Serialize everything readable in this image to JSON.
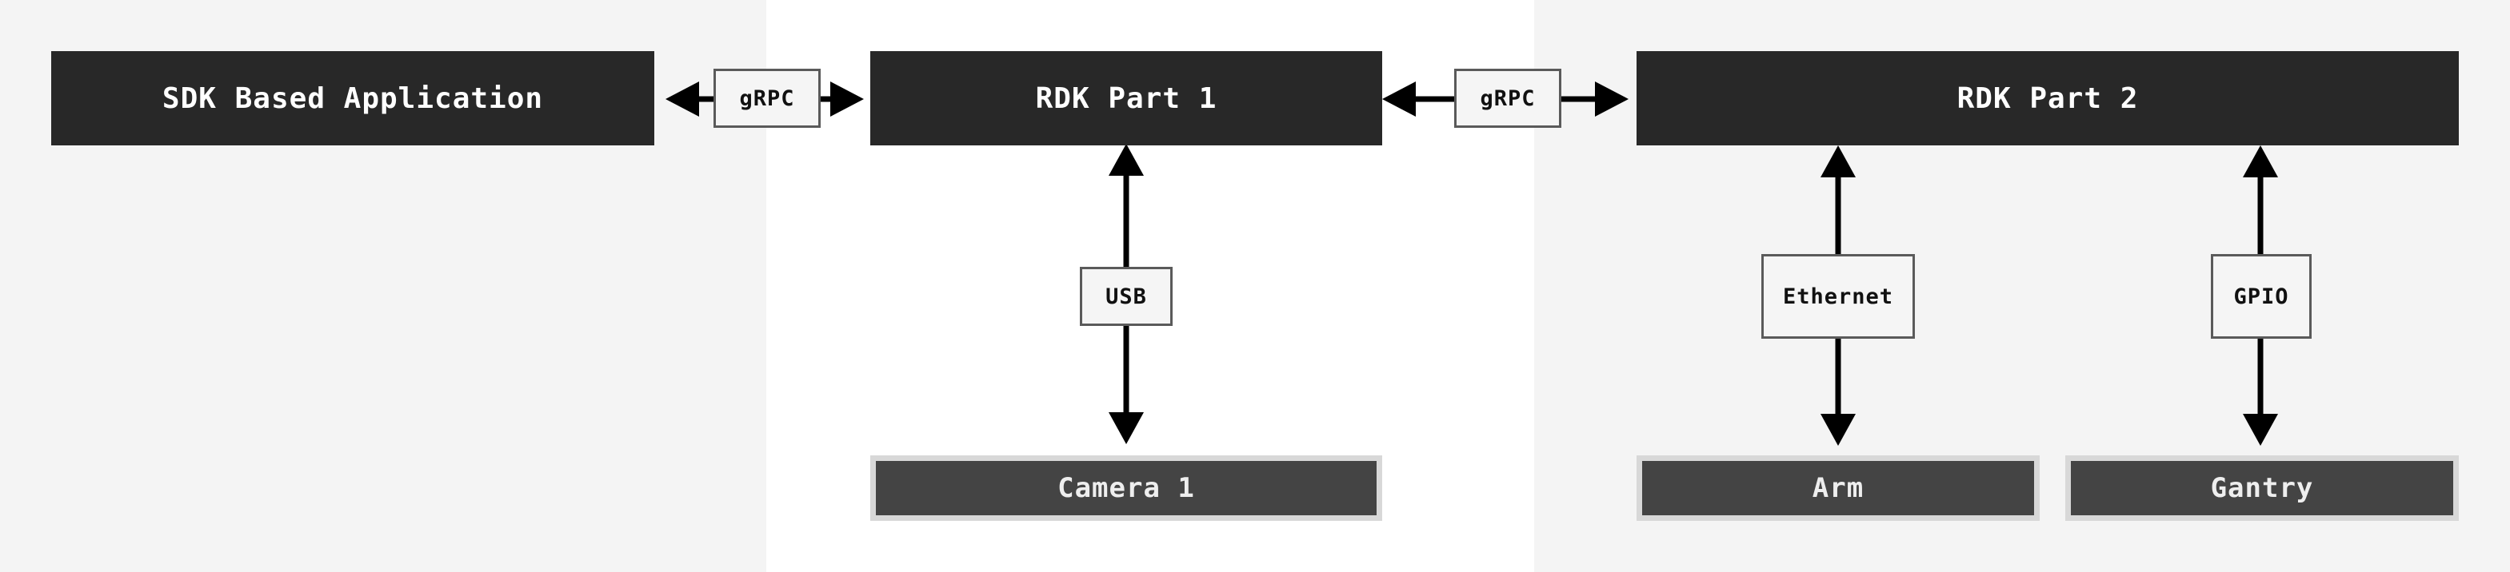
{
  "nodes": {
    "sdk_app": "SDK Based Application",
    "rdk_part_1": "RDK Part 1",
    "rdk_part_2": "RDK Part 2",
    "camera_1": "Camera 1",
    "arm": "Arm",
    "gantry": "Gantry"
  },
  "connections": {
    "sdk_to_rdk1": "gRPC",
    "rdk1_to_rdk2": "gRPC",
    "rdk1_to_camera": "USB",
    "rdk2_to_arm": "Ethernet",
    "rdk2_to_gantry": "GPIO"
  },
  "colors": {
    "node_fill": "#282828",
    "device_fill": "#444444",
    "zone_fill": "#f4f4f4",
    "arrow": "#000000"
  }
}
